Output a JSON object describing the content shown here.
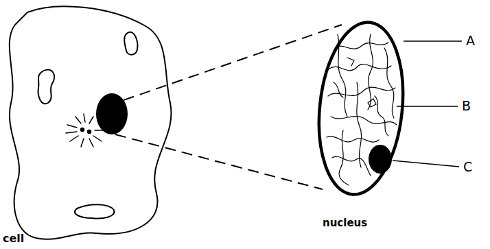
{
  "diagram": {
    "labels": [
      "A",
      "B",
      "C",
      "nucleus",
      "cell"
    ]
  }
}
